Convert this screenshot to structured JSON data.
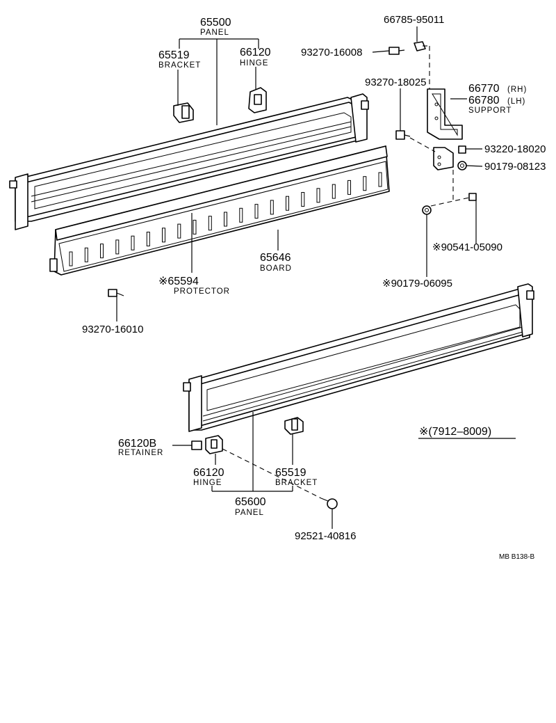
{
  "labels": {
    "l65500": "65500",
    "l65500_name": "PANEL",
    "l65519_top": "65519",
    "l65519_top_name": "BRACKET",
    "l66120_top": "66120",
    "l66120_top_name": "HINGE",
    "l66785": "66785-95011",
    "l93270_16008": "93270-16008",
    "l93270_18025": "93270-18025",
    "l66770": "66770",
    "l66770_side": "(RH)",
    "l66780": "66780",
    "l66780_side": "(LH)",
    "l66770_name": "SUPPORT",
    "l93220": "93220-18020",
    "l90179_08123": "90179-08123",
    "l90541": "※90541-05090",
    "l90179_06095": "※90179-06095",
    "l65646": "65646",
    "l65646_name": "BOARD",
    "l65594": "※65594",
    "l65594_name": "PROTECTOR",
    "l93270_16010": "93270-16010",
    "l66120b": "66120B",
    "l66120b_name": "RETAINER",
    "l66120_bot": "66120",
    "l66120_bot_name": "HINGE",
    "l65519_bot": "65519",
    "l65519_bot_name": "BRACKET",
    "l65600": "65600",
    "l65600_name": "PANEL",
    "l92521": "92521-40816",
    "l_range": "※(7912–8009)",
    "l_ref": "MB  B138-B"
  }
}
